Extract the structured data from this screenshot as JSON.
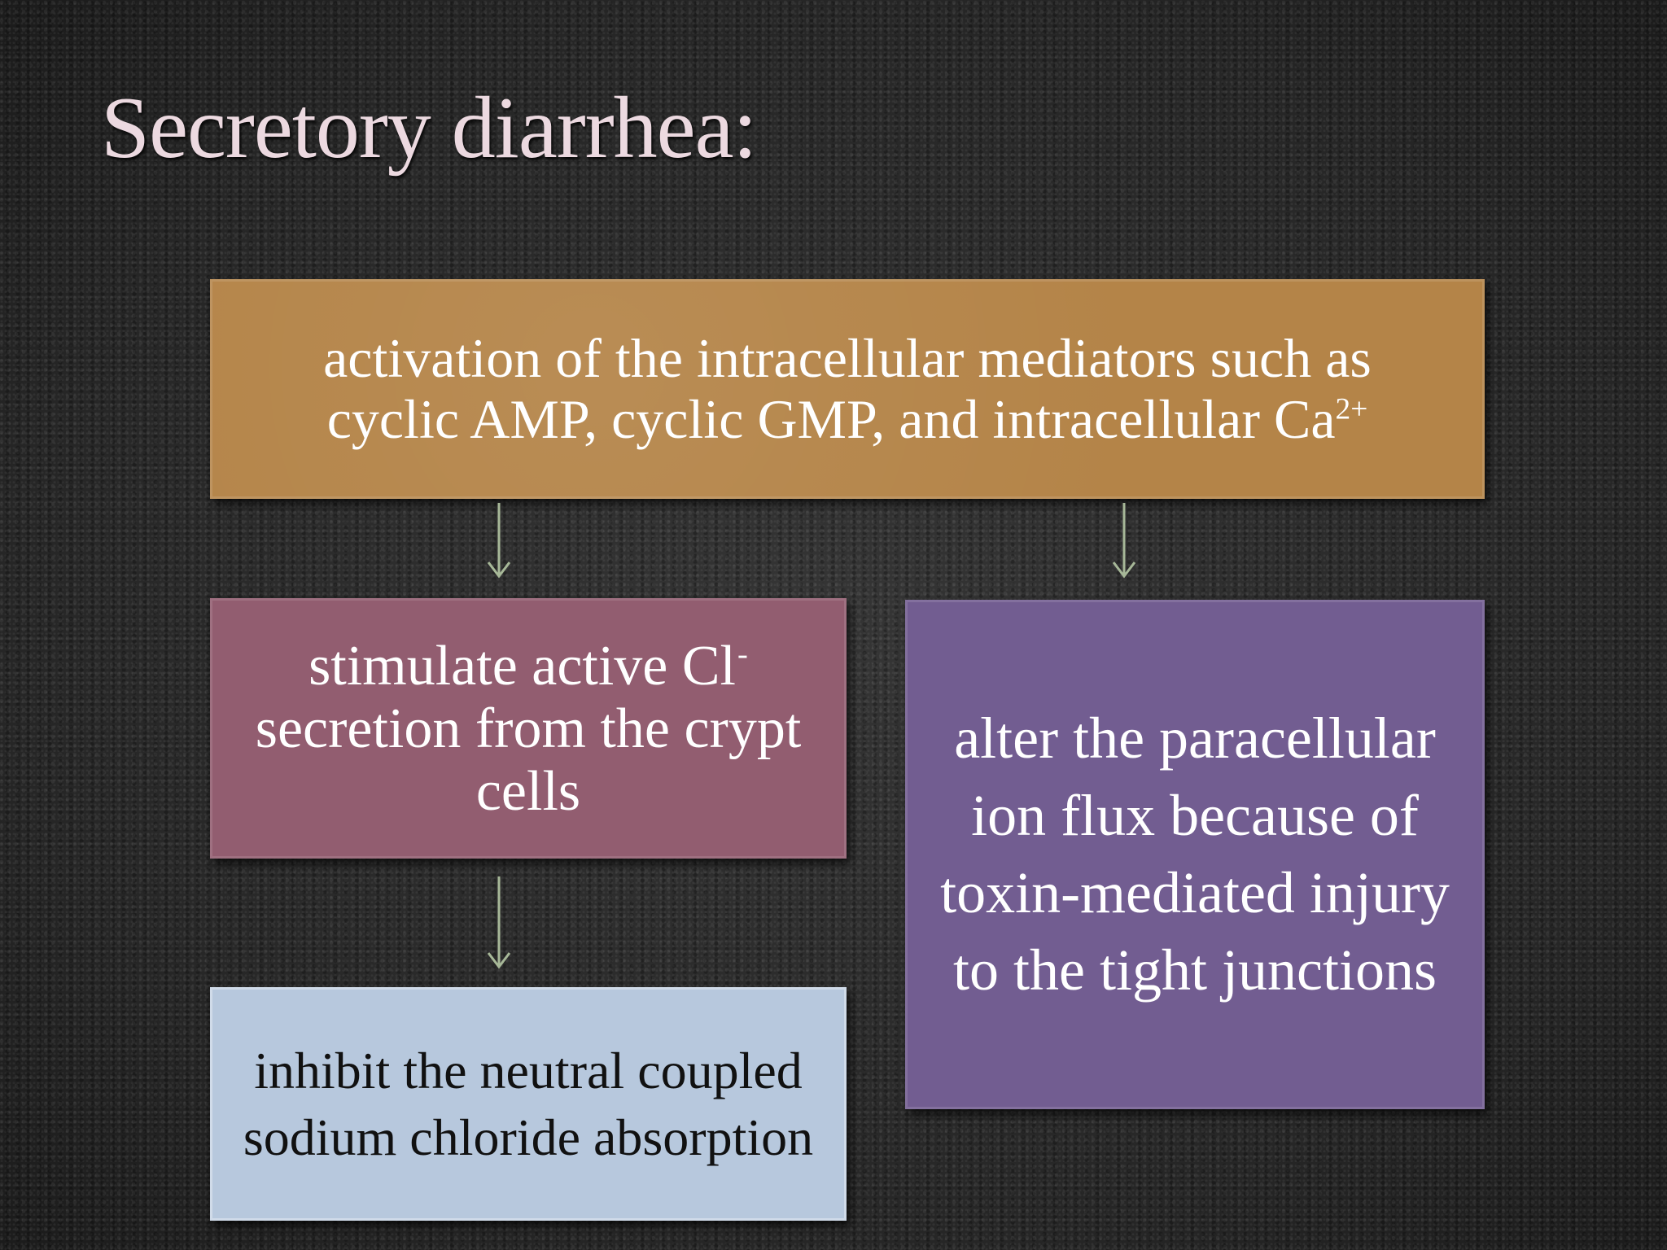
{
  "slide": {
    "title": "Secretory diarrhea:"
  },
  "diagram": {
    "top_box": {
      "text": "activation of the intracellular mediators such as cyclic AMP, cyclic GMP, and intracellular Ca",
      "superscript": "2+",
      "color": "#b48448"
    },
    "left_box": {
      "text_before": "stimulate active Cl",
      "superscript": "-",
      "text_after": "secretion from the crypt cells",
      "color": "#925d70"
    },
    "right_box": {
      "text": "alter the paracellular ion flux because of toxin-mediated injury to the tight junctions",
      "color": "#725d91"
    },
    "bottom_box": {
      "text": "inhibit the neutral coupled sodium chloride absorption",
      "color": "#b7c8dd"
    },
    "arrow_color": "#a7b898",
    "edges": [
      {
        "from": "top_box",
        "to": "left_box"
      },
      {
        "from": "top_box",
        "to": "right_box"
      },
      {
        "from": "left_box",
        "to": "bottom_box"
      }
    ]
  }
}
